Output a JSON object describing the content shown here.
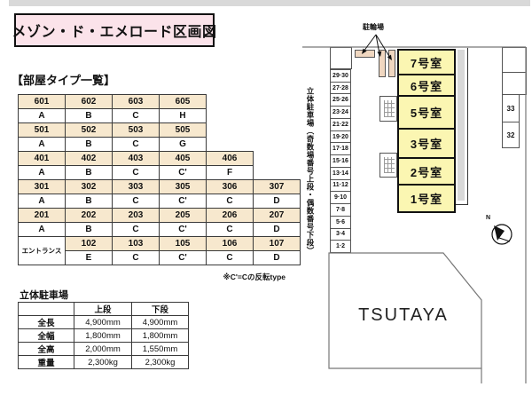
{
  "page": {
    "title": "メゾン・ド・エメロード区画図"
  },
  "room_types": {
    "heading": "【部屋タイプ一覧】",
    "entrance_label": "エントランス",
    "note": "※C'=Cの反転type",
    "rows": [
      {
        "kind": "num",
        "cells": [
          "601",
          "602",
          "603",
          "605"
        ]
      },
      {
        "kind": "type",
        "cells": [
          "A",
          "B",
          "C",
          "H"
        ]
      },
      {
        "kind": "num",
        "cells": [
          "501",
          "502",
          "503",
          "505"
        ]
      },
      {
        "kind": "type",
        "cells": [
          "A",
          "B",
          "C",
          "G"
        ]
      },
      {
        "kind": "num",
        "cells": [
          "401",
          "402",
          "403",
          "405",
          "406"
        ]
      },
      {
        "kind": "type",
        "cells": [
          "A",
          "B",
          "C",
          "C'",
          "F"
        ]
      },
      {
        "kind": "num",
        "cells": [
          "301",
          "302",
          "303",
          "305",
          "306",
          "307"
        ]
      },
      {
        "kind": "type",
        "cells": [
          "A",
          "B",
          "C",
          "C'",
          "C",
          "D"
        ]
      },
      {
        "kind": "num",
        "cells": [
          "201",
          "202",
          "203",
          "205",
          "206",
          "207"
        ]
      },
      {
        "kind": "type",
        "cells": [
          "A",
          "B",
          "C",
          "C'",
          "C",
          "D"
        ]
      },
      {
        "kind": "num",
        "entrance": true,
        "cells": [
          "102",
          "103",
          "105",
          "106",
          "107"
        ]
      },
      {
        "kind": "type",
        "cells": [
          "E",
          "C",
          "C'",
          "C",
          "D"
        ]
      }
    ]
  },
  "parking_spec": {
    "heading": "立体駐車場",
    "columns": [
      "上段",
      "下段"
    ],
    "rows": [
      {
        "label": "全長",
        "upper": "4,900mm",
        "lower": "4,900mm"
      },
      {
        "label": "全幅",
        "upper": "1,800mm",
        "lower": "1,800mm"
      },
      {
        "label": "全高",
        "upper": "2,000mm",
        "lower": "1,550mm"
      },
      {
        "label": "重量",
        "upper": "2,300kg",
        "lower": "2,300kg"
      }
    ]
  },
  "map": {
    "vertical_note": "立体駐車場（奇数場番号上段・偶数番号下段）",
    "bicycle_label": "駐輪場",
    "stall_numbers": [
      "29·30",
      "27·28",
      "25·26",
      "23·24",
      "21·22",
      "19·20",
      "17·18",
      "15·16",
      "13·14",
      "11·12",
      "9·10",
      "7·8",
      "5·6",
      "3·4",
      "1·2"
    ],
    "rooms": [
      "7号室",
      "6号室",
      "5号室",
      "3号室",
      "2号室",
      "1号室"
    ],
    "right_stalls": [
      "33",
      "32"
    ],
    "compass_label": "N",
    "store_label": "TSUTAYA"
  },
  "colors": {
    "title_bg": "#fbe3ea",
    "table_header_bg": "#f7e8ce",
    "room_bg": "#fbf6b2",
    "bicycle_bg": "#f0d7c0",
    "corridor_gray": "#d8d8d8",
    "strip_gray": "#d9d9d9",
    "line_gray": "#777777"
  }
}
